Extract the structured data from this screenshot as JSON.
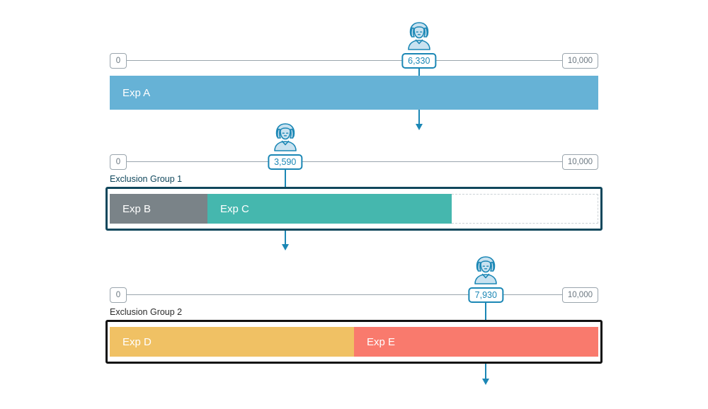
{
  "meta": {
    "title": "Experiment traffic allocation diagram",
    "scale_min": 0,
    "scale_max": 10000
  },
  "colors": {
    "accent_blue": "#1b87b5",
    "avatar_fill": "#c9e2f0",
    "exp_a": "#66b2d6",
    "exp_b": "#7a8388",
    "exp_c": "#45b7ae",
    "exp_d": "#f0c164",
    "exp_e": "#f97a6d",
    "group1_border": "#10475c",
    "group2_border": "#111111",
    "scale_line": "#9aa5ad",
    "endcap_text": "#6b7780",
    "group1_label_text": "#10475c",
    "group2_label_text": "#2b2b2b"
  },
  "rows": [
    {
      "id": "row-exp-a",
      "scale": {
        "min_label": "0",
        "max_label": "10,000",
        "marker_value": 6330,
        "marker_label": "6,330",
        "marker_pct": 63.3
      },
      "group_label": null,
      "grouped": false,
      "segments": [
        {
          "name": "Exp A",
          "label": "Exp A",
          "pct": 100,
          "color": "#66b2d6",
          "empty": false
        }
      ]
    },
    {
      "id": "row-exclusion-group-1",
      "scale": {
        "min_label": "0",
        "max_label": "10,000",
        "marker_value": 3590,
        "marker_label": "3,590",
        "marker_pct": 35.9
      },
      "group_label": "Exclusion Group 1",
      "grouped": true,
      "border_style": "teal",
      "segments": [
        {
          "name": "Exp B",
          "label": "Exp B",
          "pct": 20,
          "color": "#7a8388",
          "empty": false
        },
        {
          "name": "Exp C",
          "label": "Exp C",
          "pct": 50,
          "color": "#45b7ae",
          "empty": false
        },
        {
          "name": "Unallocated",
          "label": "",
          "pct": 30,
          "color": "#ffffff",
          "empty": true
        }
      ]
    },
    {
      "id": "row-exclusion-group-2",
      "scale": {
        "min_label": "0",
        "max_label": "10,000",
        "marker_value": 7930,
        "marker_label": "7,930",
        "marker_pct": 77.0
      },
      "group_label": "Exclusion Group 2",
      "grouped": true,
      "border_style": "black",
      "segments": [
        {
          "name": "Exp D",
          "label": "Exp D",
          "pct": 50,
          "color": "#f0c164",
          "empty": false
        },
        {
          "name": "Exp E",
          "label": "Exp E",
          "pct": 50,
          "color": "#f97a6d",
          "empty": false
        }
      ]
    }
  ],
  "icons": {
    "user_avatar": "user-avatar-icon",
    "arrow_down": "arrow-down-icon"
  }
}
